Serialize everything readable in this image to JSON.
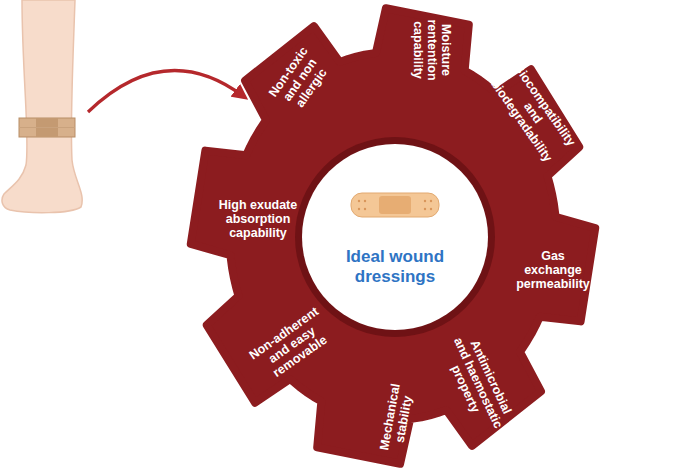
{
  "diagram": {
    "nodes": [
      {
        "text": [
          "Ideal wound dressings"
        ]
      },
      {
        "text": [
          "Non-toxic and non allergic"
        ]
      },
      {
        "text": [
          "Moisture rentention capability"
        ]
      },
      {
        "text": [
          "Biocompatibility and biodegradability"
        ]
      },
      {
        "text": [
          "Gas exchange permeability"
        ]
      },
      {
        "text": [
          "Antimicrobial and haemostatic property"
        ]
      },
      {
        "text": [
          "Mechanical stability"
        ]
      },
      {
        "text": [
          "Non-adherent and easy removable"
        ]
      },
      {
        "text": [
          "High exudate absorption capability"
        ]
      }
    ]
  }
}
